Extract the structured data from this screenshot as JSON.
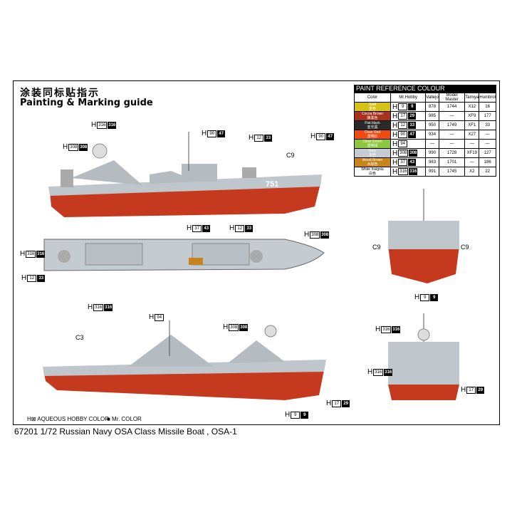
{
  "title_cn": "涂装同标贴指示",
  "title_en": "Painting & Marking guide",
  "paint_table": {
    "header": "PAINT  REFERENCE COLOUR",
    "columns": [
      "Color",
      "Mr.Hobby",
      "Vallejo",
      "Model Master",
      "Tamiya",
      "Humbrol"
    ],
    "rows": [
      {
        "name": "Gold",
        "cn": "金色",
        "color": "#d4c21a",
        "h": "9",
        "m": "9",
        "vallejo": "878",
        "mm": "1744",
        "tamiya": "X12",
        "humbrol": "16"
      },
      {
        "name": "Cocoa Brown",
        "cn": "酿黑色",
        "color": "#a8321c",
        "h": "17",
        "m": "29",
        "vallejo": "985",
        "mm": "—",
        "tamiya": "XF9",
        "humbrol": "177"
      },
      {
        "name": "Flat black",
        "cn": "亚光黑",
        "color": "#2a2a2a",
        "h": "12",
        "m": "33",
        "vallejo": "950",
        "mm": "1749",
        "tamiya": "XF1",
        "humbrol": "33"
      },
      {
        "name": "Clear Red",
        "cn": "透明红",
        "color": "#f04a10",
        "h": "90",
        "m": "47",
        "vallejo": "934",
        "mm": "—",
        "tamiya": "X27",
        "humbrol": "—"
      },
      {
        "name": "Clear Green",
        "cn": "透明绿",
        "color": "#8cc63c",
        "h": "94",
        "m": "",
        "vallejo": "—",
        "mm": "—",
        "tamiya": "—",
        "humbrol": "—"
      },
      {
        "name": "Grey",
        "cn": "灰色",
        "color": "#c4ccd2",
        "h": "308",
        "m": "308",
        "vallejo": "990",
        "mm": "1728",
        "tamiya": "XF19",
        "humbrol": "127"
      },
      {
        "name": "Wood Brown",
        "cn": "木棕色",
        "color": "#c8841c",
        "h": "37",
        "m": "43",
        "vallejo": "983",
        "mm": "1701",
        "tamiya": "—",
        "humbrol": "186"
      },
      {
        "name": "White Insignia",
        "cn": "白色",
        "color": "#ffffff",
        "h": "316",
        "m": "316",
        "vallejo": "991",
        "mm": "1745",
        "tamiya": "X2",
        "humbrol": "22"
      }
    ]
  },
  "callouts": [
    {
      "h": "316",
      "m": "316"
    },
    {
      "h": "308",
      "m": "308"
    },
    {
      "h": "90",
      "m": "47"
    },
    {
      "h": "12",
      "m": "33"
    },
    {
      "h": "90",
      "m": "47"
    },
    {
      "h": "37",
      "m": "43"
    },
    {
      "h": "12",
      "m": "33"
    },
    {
      "h": "308",
      "m": "308"
    },
    {
      "h": "316",
      "m": "316"
    },
    {
      "h": "12",
      "m": "33"
    },
    {
      "h": "316",
      "m": "316"
    },
    {
      "h": "94",
      "m": ""
    },
    {
      "h": "308",
      "m": "308"
    },
    {
      "h": "17",
      "m": "29"
    },
    {
      "h": "9",
      "m": "9"
    },
    {
      "h": "9",
      "m": "9"
    },
    {
      "h": "316",
      "m": "316"
    },
    {
      "h": "316",
      "m": "316"
    },
    {
      "h": "17",
      "m": "29"
    }
  ],
  "h_prefix": "H",
  "c_labels": [
    "C9",
    "C9",
    "C9",
    "C3"
  ],
  "hull_number": "751",
  "legend_aqueous": "H⊠ AQUEOUS HOBBY COLOR",
  "legend_mr": "■ Mr. COLOR",
  "caption": "67201 1/72  Russian Navy OSA Class Missile Boat , OSA-1"
}
